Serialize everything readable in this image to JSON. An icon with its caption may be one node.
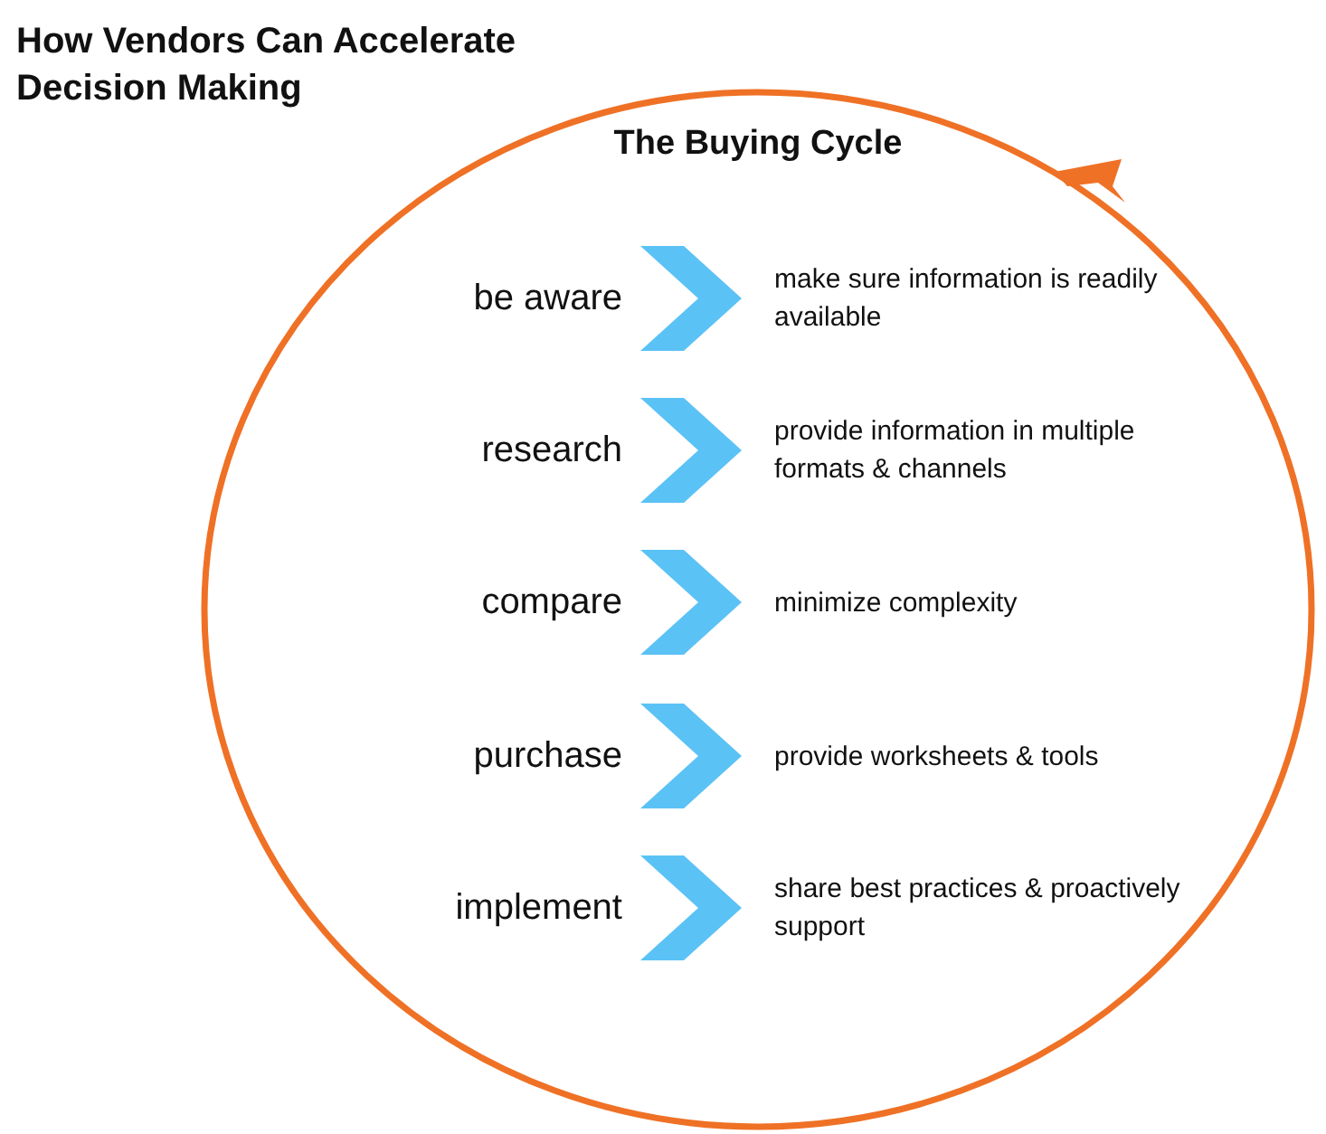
{
  "diagram": {
    "title": "How Vendors Can Accelerate Decision Making",
    "nodes": [
      {
        "text": [
          "The Buying Cycle"
        ]
      },
      {
        "text": [
          "be aware"
        ],
        "in": 0
      },
      {
        "text": [
          "make sure information is readily available"
        ],
        "in": 0
      },
      {
        "text": [
          "research"
        ],
        "in": 0
      },
      {
        "text": [
          "provide information in multiple formats & channels"
        ],
        "in": 0
      },
      {
        "text": [
          "compare"
        ],
        "in": 0
      },
      {
        "text": [
          "minimize complexity"
        ],
        "in": 0
      },
      {
        "text": [
          "purchase"
        ],
        "in": 0
      },
      {
        "text": [
          "provide worksheets & tools"
        ],
        "in": 0
      },
      {
        "text": [
          "implement"
        ],
        "in": 0
      },
      {
        "text": [
          "share best practices & proactively support"
        ],
        "in": 0
      }
    ],
    "edges": [
      {
        "from": 1,
        "to": 2,
        "arrow": "to"
      },
      {
        "from": 3,
        "to": 4,
        "arrow": "to"
      },
      {
        "from": 5,
        "to": 6,
        "arrow": "to"
      },
      {
        "from": 7,
        "to": 8,
        "arrow": "to"
      },
      {
        "from": 9,
        "to": 10,
        "arrow": "to"
      }
    ]
  }
}
